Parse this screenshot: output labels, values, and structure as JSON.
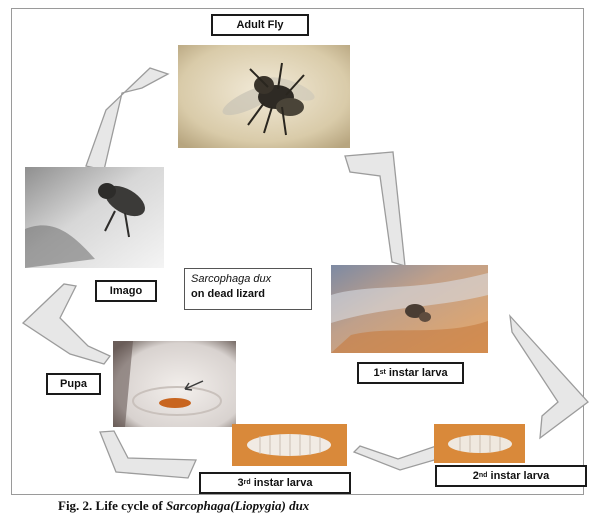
{
  "diagram": {
    "stages": {
      "adult_fly": "Adult Fly",
      "first_instar": {
        "number": "1",
        "suffix": "st",
        "text": "instar larva"
      },
      "second_instar": {
        "number": "2",
        "suffix": "nd",
        "text": "instar larva"
      },
      "third_instar": {
        "number": "3",
        "suffix": "rd",
        "text": "instar larva"
      },
      "pupa": "Pupa",
      "imago": "Imago"
    },
    "note": {
      "species": "Sarcophaga dux",
      "text": "on dead lizard"
    },
    "caption": {
      "prefix": "Fig. 2. Life cycle of ",
      "genus": "Sarcophaga",
      "subgenus": "(Liopygia)",
      "species": "dux"
    },
    "colors": {
      "arrow_fill": "#e7e7e7",
      "arrow_stroke": "#9c9c9c",
      "larva_background": "#d9893a",
      "label_border": "#1a1a1a"
    }
  }
}
